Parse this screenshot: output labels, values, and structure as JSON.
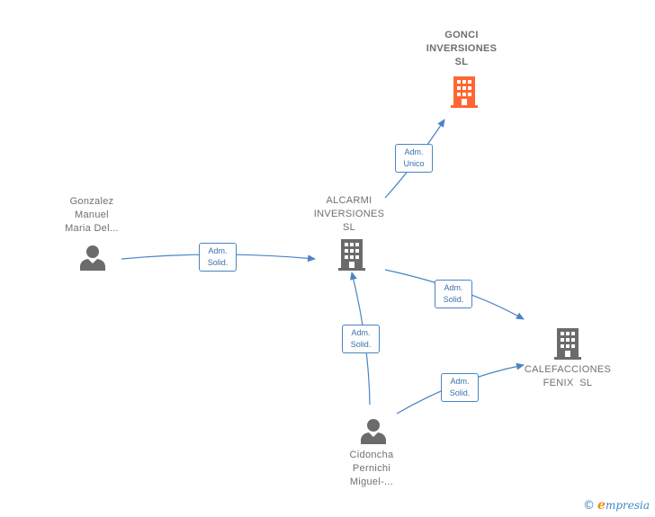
{
  "nodes": {
    "gonci": {
      "label_lines": [
        "GONCI",
        "INVERSIONES",
        "SL"
      ],
      "icon": "building-icon",
      "color": "#ff6633"
    },
    "alcarmi": {
      "label_lines": [
        "ALCARMI",
        "INVERSIONES",
        "SL"
      ],
      "icon": "building-icon",
      "color": "#6b6b6b"
    },
    "calefacciones": {
      "label_lines": [
        "CALEFACCIONES",
        "FENIX  SL"
      ],
      "icon": "building-icon",
      "color": "#6b6b6b"
    },
    "gonzalez": {
      "label_lines": [
        "Gonzalez",
        "Manuel",
        "Maria Del..."
      ],
      "icon": "person-icon",
      "color": "#6b6b6b"
    },
    "cidoncha": {
      "label_lines": [
        "Cidoncha",
        "Pernichi",
        "Miguel-..."
      ],
      "icon": "person-icon",
      "color": "#6b6b6b"
    }
  },
  "edges": [
    {
      "from": "alcarmi",
      "to": "gonci",
      "label_lines": [
        "Adm.",
        "Unico"
      ]
    },
    {
      "from": "gonzalez",
      "to": "alcarmi",
      "label_lines": [
        "Adm.",
        "Solid."
      ]
    },
    {
      "from": "alcarmi",
      "to": "calefacciones",
      "label_lines": [
        "Adm.",
        "Solid."
      ]
    },
    {
      "from": "cidoncha",
      "to": "alcarmi",
      "label_lines": [
        "Adm.",
        "Solid."
      ]
    },
    {
      "from": "cidoncha",
      "to": "calefacciones",
      "label_lines": [
        "Adm.",
        "Solid."
      ]
    }
  ],
  "edge_color": "#4a84c4",
  "brand": {
    "copyright": "©",
    "initial": "e",
    "name": "mpresia"
  }
}
